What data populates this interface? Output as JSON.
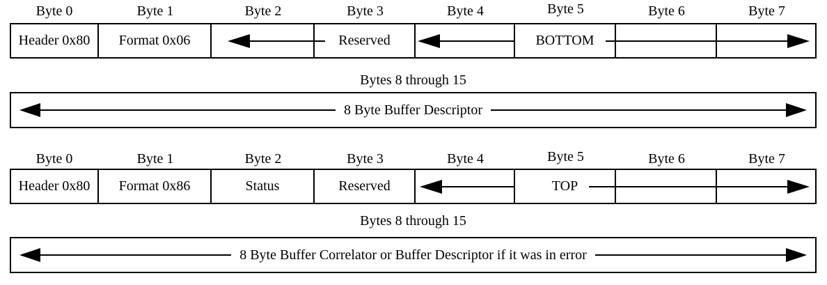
{
  "diagram": {
    "type": "byte-field-layout",
    "byte_labels": [
      "Byte 0",
      "Byte 1",
      "Byte 2",
      "Byte 3",
      "Byte 4",
      "Byte 5",
      "Byte 6",
      "Byte 7"
    ],
    "frames": [
      {
        "cells": [
          "Header 0x80",
          "Format 0x06",
          "",
          "Reserved",
          "",
          "BOTTOM",
          "",
          ""
        ],
        "spans": [
          {
            "label": "Reserved",
            "arrow": "left",
            "from_byte": 3,
            "to_byte": 2
          },
          {
            "label": "BOTTOM",
            "arrow": "left",
            "from_byte": 5,
            "to_byte": 4
          },
          {
            "label": "BOTTOM",
            "arrow": "right",
            "from_byte": 5,
            "to_byte": 7
          }
        ],
        "bytes_8_15_label": "Bytes 8 through 15",
        "descriptor_label": "8 Byte Buffer Descriptor"
      },
      {
        "cells": [
          "Header 0x80",
          "Format 0x86",
          "Status",
          "Reserved",
          "",
          "TOP",
          "",
          ""
        ],
        "spans": [
          {
            "label": "TOP",
            "arrow": "left",
            "from_byte": 5,
            "to_byte": 4
          },
          {
            "label": "TOP",
            "arrow": "right",
            "from_byte": 5,
            "to_byte": 7
          }
        ],
        "bytes_8_15_label": "Bytes 8 through 15",
        "descriptor_label": "8 Byte Buffer Correlator or Buffer Descriptor if it was in error"
      }
    ],
    "colors": {
      "background": "#ffffff",
      "line": "#000000",
      "text": "#000000"
    }
  }
}
